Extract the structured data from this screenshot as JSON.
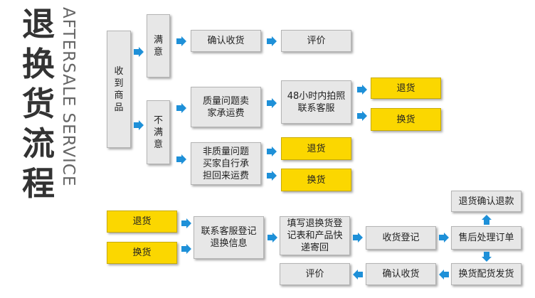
{
  "title": "退换货流程",
  "subtitle": "AFTERSALE SERVICE",
  "nodes": {
    "receive": "收到商品",
    "satisfied": "满意",
    "confirm_receipt_top": "确认收货",
    "review_top": "评价",
    "not_satisfied": "不满意",
    "quality_issue": "质量问题卖家承运费",
    "photo_contact": "48小时内拍照联系客服",
    "return_top": "退货",
    "exchange_top": "换货",
    "non_quality": "非质量问题买家自行承担回来运费",
    "return_mid": "退货",
    "exchange_mid": "换货",
    "return_bottom": "退货",
    "exchange_bottom": "换货",
    "contact_register": "联系客服登记退换信息",
    "fill_form": "填写退换货登记表和产品快递寄回",
    "receipt_register": "收货登记",
    "aftersale_process": "售后处理订单",
    "refund_confirm": "退货确认退款",
    "ship_exchange": "换货配货发货",
    "confirm_receipt_bottom": "确认收货",
    "review_bottom": "评价"
  },
  "colors": {
    "box": "#e7e7e7",
    "highlight": "#fbd700",
    "arrow": "#1e90d8"
  }
}
